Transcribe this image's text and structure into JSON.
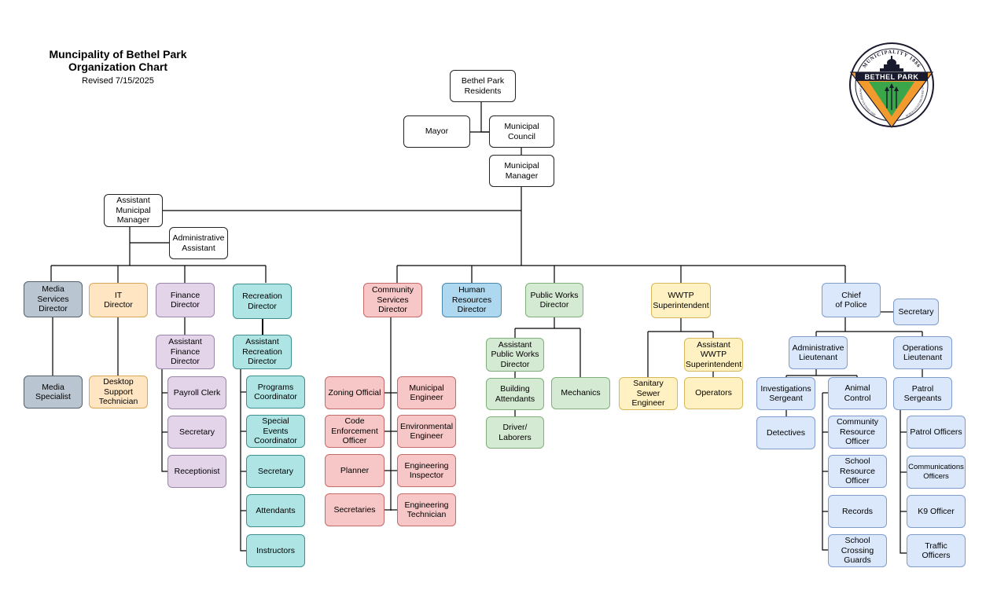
{
  "header": {
    "title_line1": "Muncipality of Bethel Park",
    "title_line2": "Organization Chart",
    "revised": "Revised 7/15/2025"
  },
  "logo": {
    "top_text": "MUNICIPALITY 1886",
    "band_text": "BETHEL PARK",
    "left_text": "TOWNSHIP FOUNDED 1849",
    "right_text": "BOROUGH ESTABLISHED 1949",
    "colors": {
      "orange": "#f29a2e",
      "green": "#3aa549",
      "navy": "#1a1a2e"
    }
  },
  "colors": {
    "line": "#000000"
  },
  "boxes": {
    "residents": "Bethel Park\nResidents",
    "mayor": "Mayor",
    "council": "Municipal\nCouncil",
    "manager": "Municipal\nManager",
    "asst_manager": "Assistant\nMunicipal\nManager",
    "admin_asst": "Administrative\nAssistant",
    "media_dir": "Media Services\nDirector",
    "media_spec": "Media\nSpecialist",
    "it_dir": "IT\nDirector",
    "desktop": "Desktop\nSupport\nTechnician",
    "fin_dir": "Finance\nDirector",
    "asst_fin": "Assistant\nFinance\nDirector",
    "payroll": "Payroll Clerk",
    "fin_secretary": "Secretary",
    "receptionist": "Receptionist",
    "rec_dir": "Recreation\nDirector",
    "asst_rec": "Assistant\nRecreation\nDirector",
    "programs": "Programs\nCoordinator",
    "special_events": "Special Events\nCoordinator",
    "rec_secretary": "Secretary",
    "attendants": "Attendants",
    "instructors": "Instructors",
    "cs_dir": "Community\nServices\nDirector",
    "zoning": "Zoning Official",
    "code": "Code\nEnforcement\nOfficer",
    "planner": "Planner",
    "cs_secretaries": "Secretaries",
    "mun_eng": "Municipal\nEngineer",
    "env_eng": "Environmental\nEngineer",
    "eng_insp": "Engineering\nInspector",
    "eng_tech": "Engineering\nTechnician",
    "hr_dir": "Human\nResources\nDirector",
    "pw_dir": "Public Works\nDirector",
    "asst_pw": "Assistant\nPublic Works\nDirector",
    "building": "Building\nAttendants",
    "driver": "Driver/\nLaborers",
    "mechanics": "Mechanics",
    "wwtp": "WWTP\nSuperintendent",
    "asst_wwtp": "Assistant\nWWTP\nSuperintendent",
    "sanitary": "Sanitary Sewer\nEngineer",
    "operators": "Operators",
    "chief": "Chief\nof Police",
    "police_secretary": "Secretary",
    "admin_lt": "Administrative\nLieutenant",
    "ops_lt": "Operations\nLieutenant",
    "inv_sgt": "Investigations\nSergeant",
    "detectives": "Detectives",
    "animal": "Animal Control",
    "comm_res": "Community\nResource\nOfficer",
    "school_res": "School\nResource\nOfficer",
    "records": "Records",
    "crossing": "School\nCrossing\nGuards",
    "patrol_sgt": "Patrol\nSergeants",
    "patrol_off": "Patrol Officers",
    "comm_off": "Communications\nOfficers",
    "k9": "K9 Officer",
    "traffic": "Traffic Officers"
  }
}
